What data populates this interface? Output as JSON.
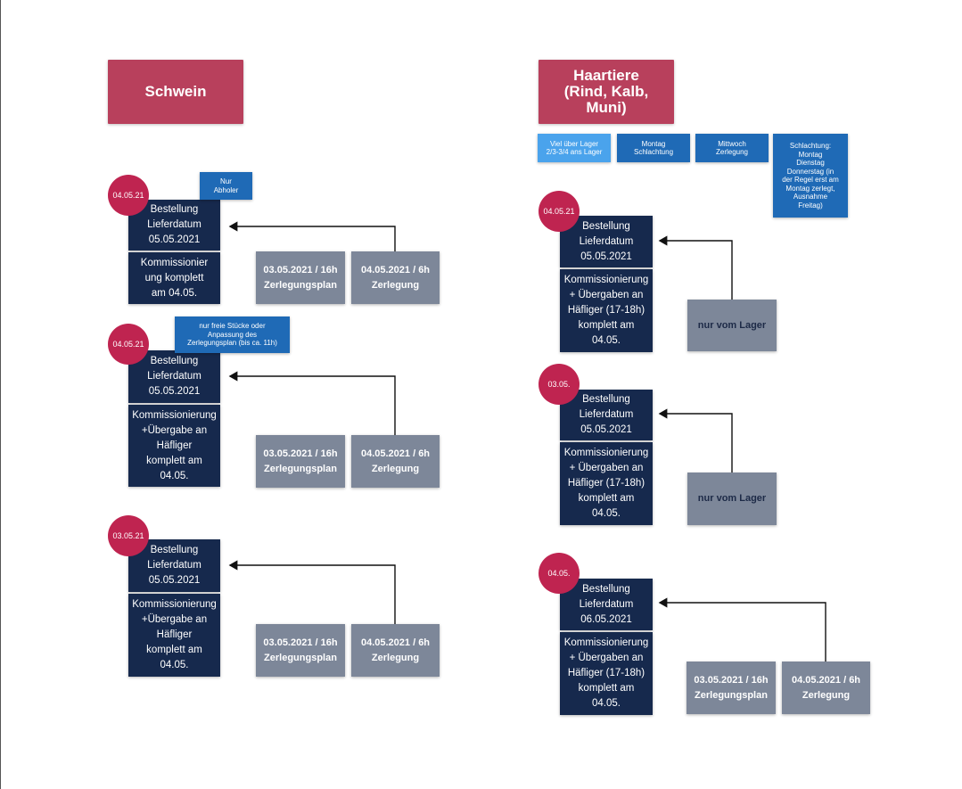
{
  "headers": {
    "left": "Schwein",
    "right": "Haartiere\n(Rind, Kalb,\nMuni)"
  },
  "right_notes": [
    "Viel über Lager\n2/3-3/4 ans Lager",
    "Montag\nSchlachtung",
    "Mittwoch\nZerlegung",
    "Schlachtung:\nMontag\nDienstag\nDonnerstag (in\nder Regel erst am\nMontag zerlegt,\nAusnahme\nFreitag)"
  ],
  "left_blocks": [
    {
      "badge": "04.05.21",
      "note": "Nur\nAbholer",
      "order": "Bestellung\nLieferdatum\n05.05.2021",
      "commission": "Kommissionier\nung komplett\nam 04.05.",
      "plan": "03.05.2021 / 16h\nZerlegungsplan",
      "cut": "04.05.2021 / 6h\nZerlegung"
    },
    {
      "badge": "04.05.21",
      "note": "nur freie Stücke oder\nAnpassung des\nZerlegungsplan (bis ca. 11h)",
      "order": "Bestellung\nLieferdatum\n05.05.2021",
      "commission": "Kommissionierung\n+Übergabe an\nHäfliger\nkomplett am\n04.05.",
      "plan": "03.05.2021 / 16h\nZerlegungsplan",
      "cut": "04.05.2021 / 6h\nZerlegung"
    },
    {
      "badge": "03.05.21",
      "order": "Bestellung\nLieferdatum\n05.05.2021",
      "commission": "Kommissionierung\n+Übergabe an\nHäfliger\nkomplett am\n04.05.",
      "plan": "03.05.2021 / 16h\nZerlegungsplan",
      "cut": "04.05.2021 / 6h\nZerlegung"
    }
  ],
  "right_blocks": [
    {
      "badge": "04.05.21",
      "order": "Bestellung\nLieferdatum\n05.05.2021",
      "commission": "Kommissionierung\n+ Übergaben an\nHäfliger (17-18h)\nkomplett am\n04.05.",
      "source": "nur vom Lager"
    },
    {
      "badge": "03.05.",
      "order": "Bestellung\nLieferdatum\n05.05.2021",
      "commission": "Kommissionierung\n+ Übergaben an\nHäfliger (17-18h)\nkomplett am\n04.05.",
      "source": "nur vom Lager"
    },
    {
      "badge": "04.05.",
      "order": "Bestellung\nLieferdatum\n06.05.2021",
      "commission": "Kommissionierung\n+ Übergaben an\nHäfliger (17-18h)\nkomplett am\n04.05.",
      "plan": "03.05.2021 / 16h\nZerlegungsplan",
      "cut": "04.05.2021 / 6h\nZerlegung"
    }
  ]
}
